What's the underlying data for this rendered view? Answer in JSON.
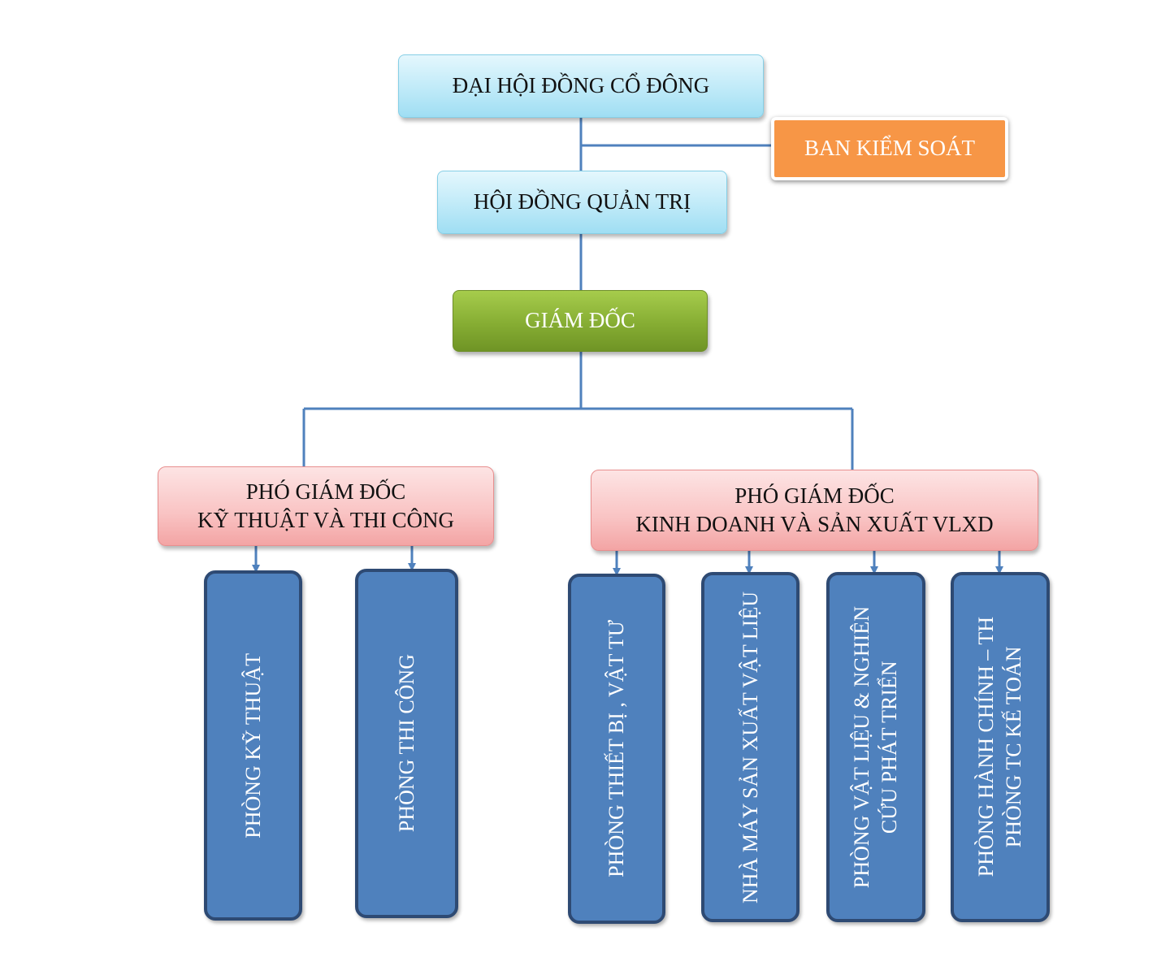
{
  "org_chart": {
    "shareholders_meeting": "ĐẠI HỘI ĐỒNG CỔ ĐÔNG",
    "supervisory_board": "BAN KIỂM SOÁT",
    "board_of_directors": "HỘI ĐỒNG QUẢN TRỊ",
    "director": "GIÁM ĐỐC",
    "deputy_technical": [
      "PHÓ GIÁM ĐỐC",
      "KỸ THUẬT VÀ THI CÔNG"
    ],
    "deputy_business": [
      "PHÓ GIÁM ĐỐC",
      "KINH DOANH VÀ SẢN XUẤT VLXD"
    ],
    "departments": {
      "technical": [
        "PHÒNG KỸ THUẬT"
      ],
      "construction": [
        "PHÒNG THI CÔNG"
      ],
      "equipment": [
        "PHÒNG THIẾT BỊ , VẬT TƯ"
      ],
      "factory": [
        "NHÀ MÁY SẢN XUẤT VẬT LIỆU"
      ],
      "materials_rd": [
        "PHÒNG VẬT LIỆU & NGHIÊN",
        "CỨU PHÁT TRIỂN"
      ],
      "admin_finance": [
        "PHÒNG HÀNH CHÍNH – TH",
        "PHÒNG TC KẾ TOÁN"
      ]
    },
    "colors": {
      "connector": "#4f81bd",
      "orange": "#f79646",
      "green": "#86ad33",
      "dept_fill": "#4f81bd",
      "dept_border": "#2e4a73"
    }
  }
}
